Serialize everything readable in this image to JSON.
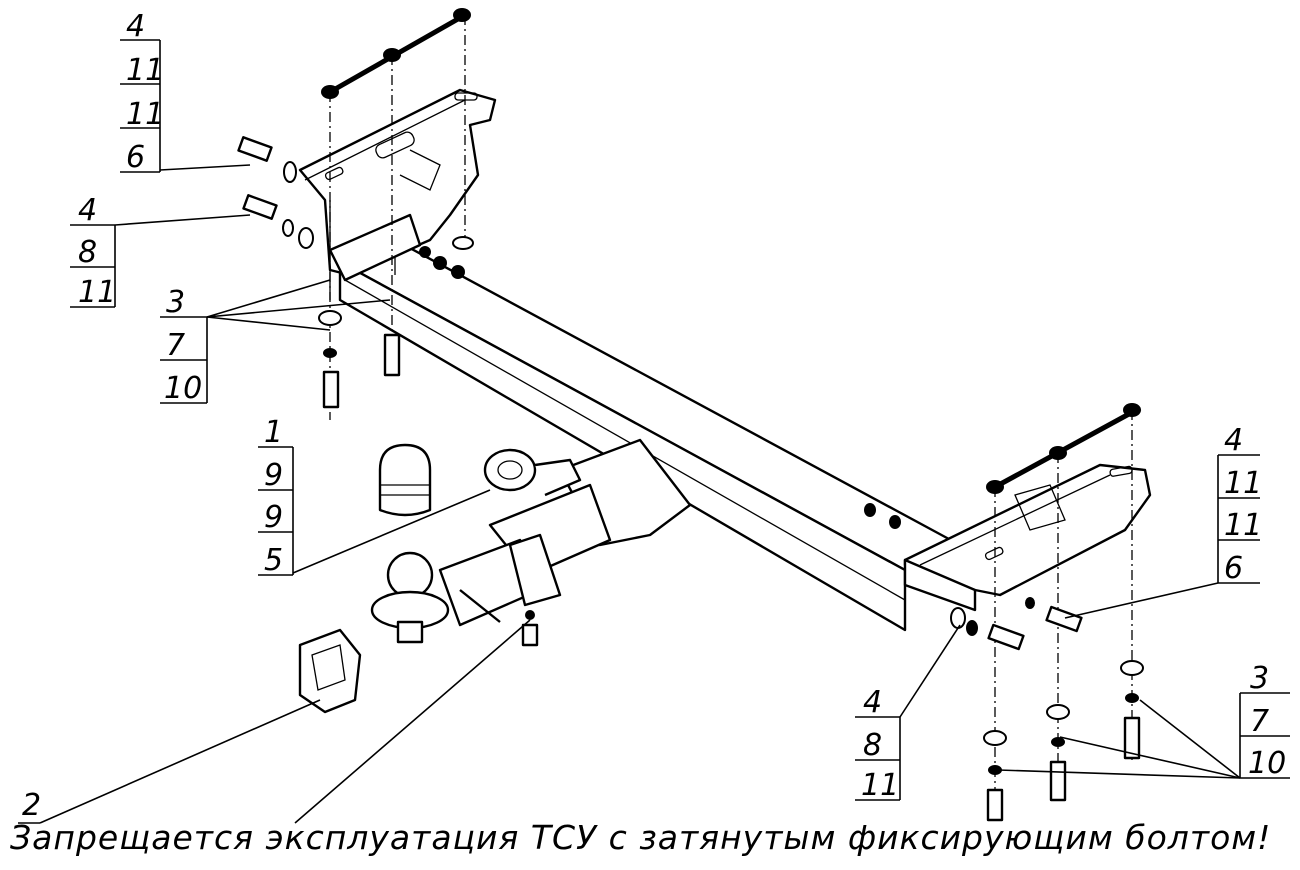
{
  "callouts": [
    {
      "id": "callout-top-left",
      "numbers": [
        "4",
        "11",
        "11",
        "6"
      ]
    },
    {
      "id": "callout-left-bolt",
      "numbers": [
        "4",
        "8",
        "11"
      ]
    },
    {
      "id": "callout-left-lower",
      "numbers": [
        "3",
        "7",
        "10"
      ]
    },
    {
      "id": "callout-ball-mount",
      "numbers": [
        "1",
        "9",
        "9",
        "5"
      ]
    },
    {
      "id": "callout-socket-plate",
      "numbers": [
        "2"
      ]
    },
    {
      "id": "callout-right-bolt",
      "numbers": [
        "4",
        "8",
        "11"
      ]
    },
    {
      "id": "callout-top-right",
      "numbers": [
        "4",
        "11",
        "11",
        "6"
      ]
    },
    {
      "id": "callout-right-lower",
      "numbers": [
        "3",
        "7",
        "10"
      ]
    }
  ],
  "warning": "Запрещается эксплуатация ТСУ с затянутым фиксирующим болтом!"
}
